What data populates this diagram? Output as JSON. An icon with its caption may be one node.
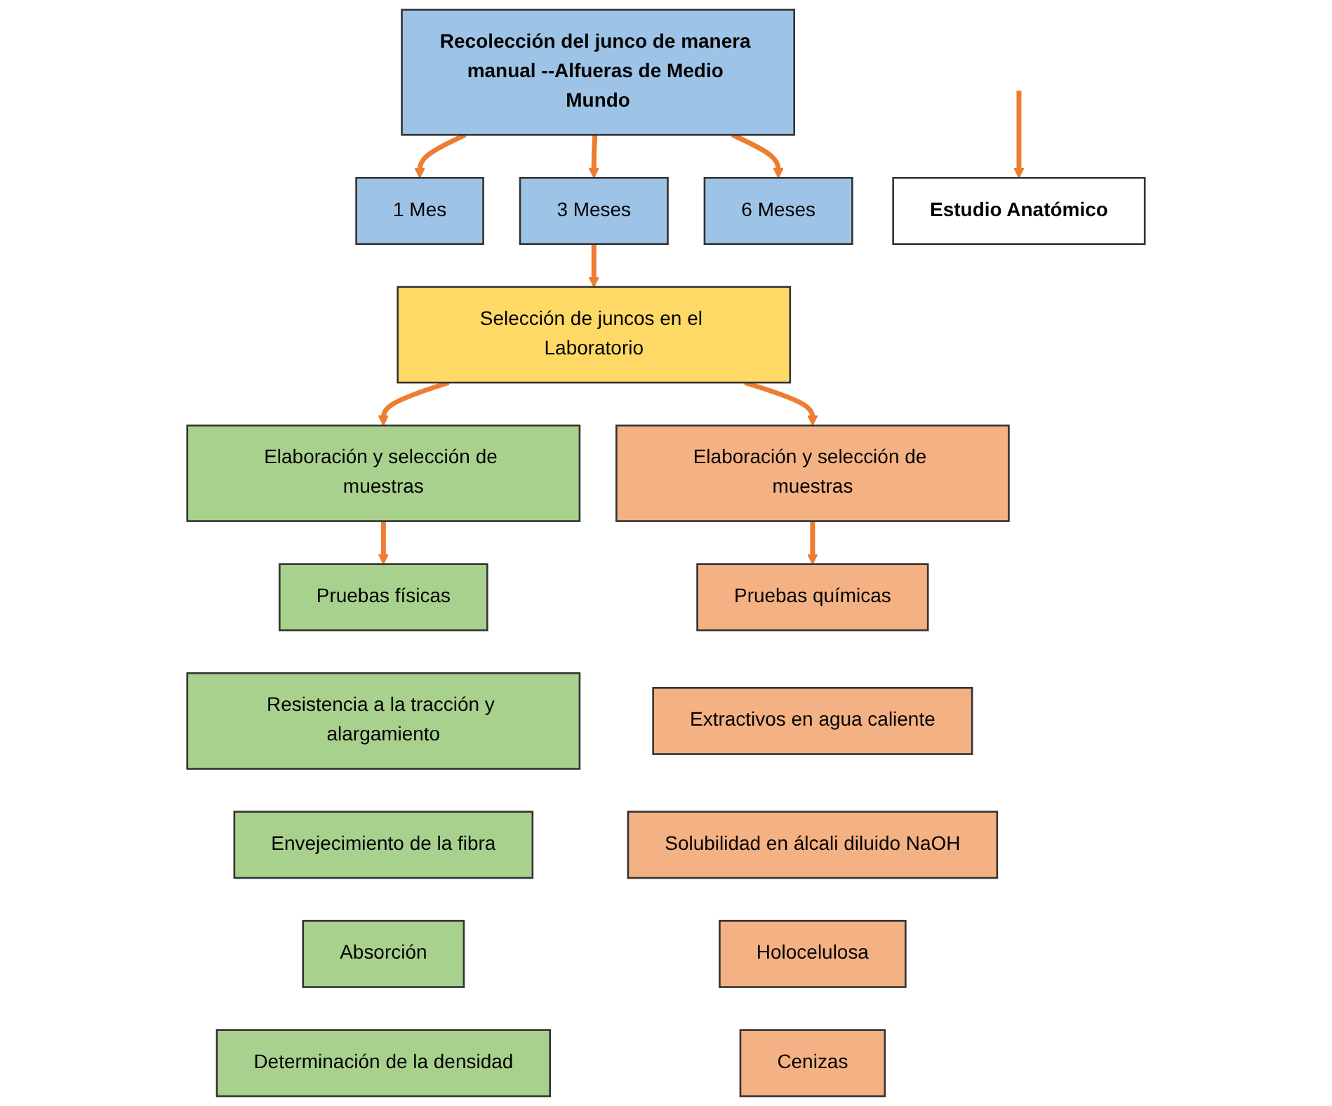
{
  "diagram": {
    "nodes": [
      {
        "text": [
          "Recolección del junco de manera manual --Alfueras de Medio Mundo"
        ]
      },
      {
        "text": [
          "1 Mes"
        ]
      },
      {
        "text": [
          "3 Meses"
        ]
      },
      {
        "text": [
          "6 Meses"
        ]
      },
      {
        "text": [
          "Selección de juncos en el Laboratorio"
        ]
      },
      {
        "text": [
          "Estudio Anatómico"
        ]
      },
      {
        "text": [
          "Elaboración y selección de muestras"
        ]
      },
      {
        "text": [
          "Pruebas físicas"
        ]
      },
      {
        "text": [
          "Resistencia a la tracción y alargamiento"
        ]
      },
      {
        "text": [
          "Envejecimiento de la fibra"
        ]
      },
      {
        "text": [
          "Absorción"
        ]
      },
      {
        "text": [
          "Determinación de la densidad"
        ]
      },
      {
        "text": [
          "Elaboración y selección de muestras"
        ]
      },
      {
        "text": [
          "Pruebas químicas"
        ]
      },
      {
        "text": [
          "Extractivos en agua caliente"
        ]
      },
      {
        "text": [
          "Solubilidad en álcali diluido NaOH"
        ]
      },
      {
        "text": [
          "Holocelulosa"
        ]
      },
      {
        "text": [
          "Cenizas"
        ]
      }
    ],
    "edges": [
      {
        "from": 0,
        "to": 1,
        "arrow": "to"
      },
      {
        "from": 0,
        "to": 2,
        "arrow": "to"
      },
      {
        "from": 0,
        "to": 3,
        "arrow": "to"
      },
      {
        "from": 2,
        "to": 4,
        "arrow": "to"
      },
      {
        "from": null,
        "to": 5,
        "arrow": "to"
      },
      {
        "from": 4,
        "to": 6,
        "arrow": "to"
      },
      {
        "from": 4,
        "to": 12,
        "arrow": "to"
      },
      {
        "from": 6,
        "to": 7,
        "arrow": "to"
      },
      {
        "from": 12,
        "to": 13,
        "arrow": "to"
      }
    ]
  }
}
